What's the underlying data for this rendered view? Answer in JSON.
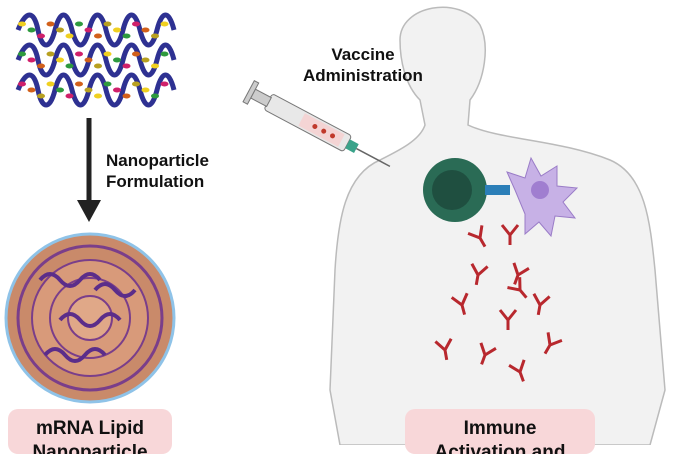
{
  "labels": {
    "vaccine": [
      "Vaccine",
      "Administration"
    ],
    "formulation": [
      "Nanoparticle",
      "Formulation"
    ]
  },
  "boxes": {
    "lnp": [
      "mRNA Lipid",
      "Nanoparticle"
    ],
    "immune": [
      "Immune",
      "Activation and"
    ]
  },
  "colors": {
    "box_fill": "#f8d7d9",
    "helix": "#2e3192",
    "antibody": "#b8282e",
    "t_cell": "#2a6b55",
    "dendritic_cell": "#c7b1e6",
    "lnp_shell": "#c98a6a"
  }
}
